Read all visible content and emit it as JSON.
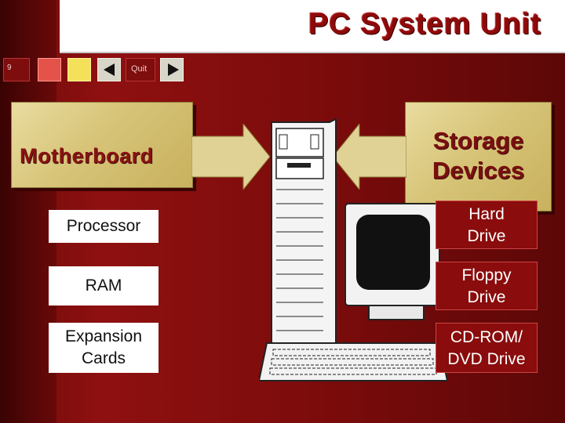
{
  "slide": {
    "title": "PC System Unit",
    "number": "9"
  },
  "nav": {
    "quit_label": "Quit",
    "back_icon": "triangle-left-icon",
    "next_icon": "triangle-right-icon"
  },
  "motherboard": {
    "label": "Motherboard",
    "items": [
      "Processor",
      "RAM",
      "Expansion\nCards"
    ]
  },
  "storage": {
    "label": "Storage\nDevices",
    "items": [
      "Hard\nDrive",
      "Floppy\nDrive",
      "CD-ROM/\nDVD Drive"
    ]
  },
  "colors": {
    "background": "#7a0b0b",
    "title": "#8e0a0a",
    "gold": "#d7c478",
    "item_dark": "#8a0c0c"
  },
  "illustration": "computer-tower-monitor-keyboard-icon"
}
